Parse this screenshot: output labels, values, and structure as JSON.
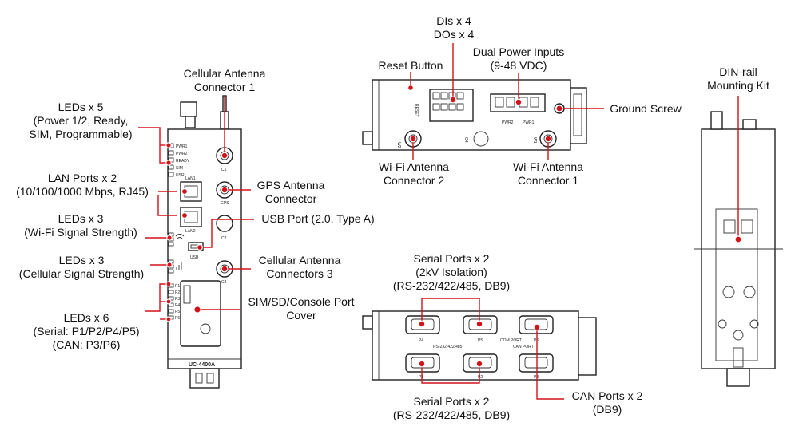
{
  "callouts": {
    "leds_power": [
      "LEDs x 5",
      "(Power 1/2, Ready,",
      "SIM, Programmable)"
    ],
    "lan_ports": [
      "LAN Ports x 2",
      "(10/100/1000 Mbps, RJ45)"
    ],
    "leds_wifi": [
      "LEDs x 3",
      "(Wi-Fi Signal Strength)"
    ],
    "leds_cell": [
      "LEDs x 3",
      "(Cellular Signal Strength)"
    ],
    "leds_serial": [
      "LEDs x 6",
      "(Serial: P1/P2/P4/P5)",
      "(CAN: P3/P6)"
    ],
    "cell_ant_1": [
      "Cellular Antenna",
      "Connector 1"
    ],
    "gps_ant": [
      "GPS Antenna",
      "Connector"
    ],
    "usb_port": [
      "USB Port (2.0, Type A)"
    ],
    "cell_ant_3": [
      "Cellular Antenna",
      "Connectors 3"
    ],
    "sim_cover": [
      "SIM/SD/Console Port",
      "Cover"
    ],
    "dio": [
      "DIs x 4",
      "DOs x 4"
    ],
    "reset": [
      "Reset Button"
    ],
    "power": [
      "Dual Power Inputs",
      "(9-48 VDC)"
    ],
    "ground": [
      "Ground Screw"
    ],
    "wifi_ant_2": [
      "Wi-Fi Antenna",
      "Connector 2"
    ],
    "wifi_ant_1": [
      "Wi-Fi Antenna",
      "Connector 1"
    ],
    "din_rail": [
      "DIN-rail",
      "Mounting Kit"
    ],
    "serial_top": [
      "Serial Ports x 2",
      "(2kV Isolation)",
      "(RS-232/422/485, DB9)"
    ],
    "serial_bottom": [
      "Serial Ports x 2",
      "(RS-232/422/485, DB9)"
    ],
    "can_ports": [
      "CAN Ports x 2",
      "(DB9)"
    ]
  },
  "device_labels": {
    "front": {
      "model": "UC-4400A",
      "leds": [
        "PWR1",
        "PWR2",
        "READY",
        "SIM",
        "USR"
      ],
      "lan1": "LAN1",
      "lan2": "LAN2",
      "usb": "USB",
      "c1": "C1",
      "gps": "GPS",
      "c2": "C2",
      "c3": "C3",
      "serial_leds": [
        "P1",
        "P2",
        "P3",
        "P4",
        "P5",
        "P6"
      ]
    },
    "top": {
      "reset": "RESET",
      "pwr2": "PWR2",
      "pwr1": "PWR1",
      "w2": "W2",
      "c4": "C4",
      "w1": "W1"
    },
    "bottom": {
      "p4": "P4",
      "p5": "P5",
      "p6": "P6",
      "rs": "RS-232/422/485",
      "com_port": "COM PORT",
      "can_port": "CAN PORT",
      "p1": "P1",
      "p2": "P2",
      "p3": "P3"
    }
  },
  "colors": {
    "accent": "#d3121a",
    "outline": "#222222"
  }
}
